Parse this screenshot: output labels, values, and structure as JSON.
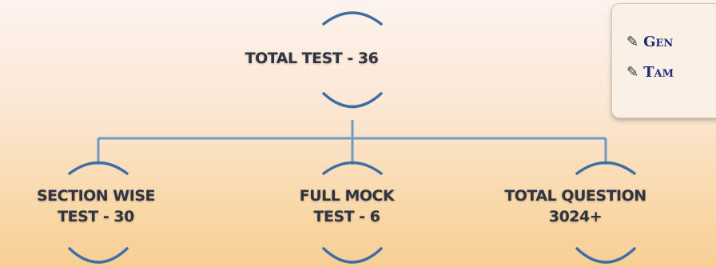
{
  "colors": {
    "connector": "#6f9ac6",
    "arc": "#3f6ea3",
    "label_text": "#2f3440",
    "note_text": "#1f2a78"
  },
  "root": {
    "line1": "TOTAL TEST - 36"
  },
  "children": [
    {
      "line1": "SECTION WISE",
      "line2": "TEST - 30"
    },
    {
      "line1": "FULL MOCK",
      "line2": "TEST - 6"
    },
    {
      "line1": "TOTAL QUESTION",
      "line2": "3024+"
    }
  ],
  "notes": [
    {
      "icon": "pencil-icon",
      "text": "Gen"
    },
    {
      "icon": "pencil-icon",
      "text": "Tam"
    }
  ]
}
